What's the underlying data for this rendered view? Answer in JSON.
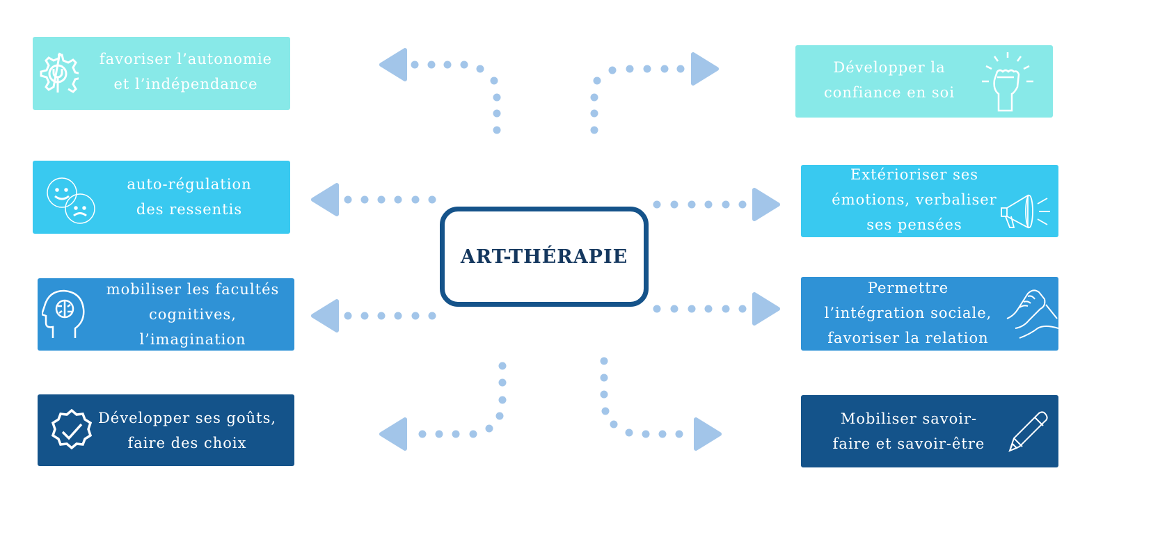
{
  "center": {
    "title": "ART-THÉRAPIE"
  },
  "colors": {
    "light_teal": "#88e9e8",
    "cyan": "#39c9f0",
    "mid_blue": "#2f92d6",
    "dark_blue": "#14538a",
    "dots": "#a2c5e9",
    "center_border": "#15538a"
  },
  "left": [
    {
      "lines": [
        "favoriser l’autonomie",
        "et l’indépendance"
      ],
      "icon": "gear-wrench-icon"
    },
    {
      "lines": [
        "auto-régulation",
        "des ressentis"
      ],
      "icon": "smiley-faces-icon"
    },
    {
      "lines": [
        "mobiliser les facultés",
        "cognitives,",
        "l’imagination"
      ],
      "icon": "head-brain-icon"
    },
    {
      "lines": [
        "Développer ses goûts,",
        "faire des choix"
      ],
      "icon": "badge-check-icon"
    }
  ],
  "right": [
    {
      "lines": [
        "Développer la",
        "confiance en soi"
      ],
      "icon": "raised-fist-icon"
    },
    {
      "lines": [
        "Extérioriser ses",
        "émotions, verbaliser",
        "ses pensées"
      ],
      "icon": "megaphone-icon"
    },
    {
      "lines": [
        "Permettre",
        "l’intégration sociale,",
        "favoriser la relation"
      ],
      "icon": "handshake-icon"
    },
    {
      "lines": [
        "Mobiliser savoir-",
        "faire et savoir-être"
      ],
      "icon": "pencil-icon"
    }
  ]
}
